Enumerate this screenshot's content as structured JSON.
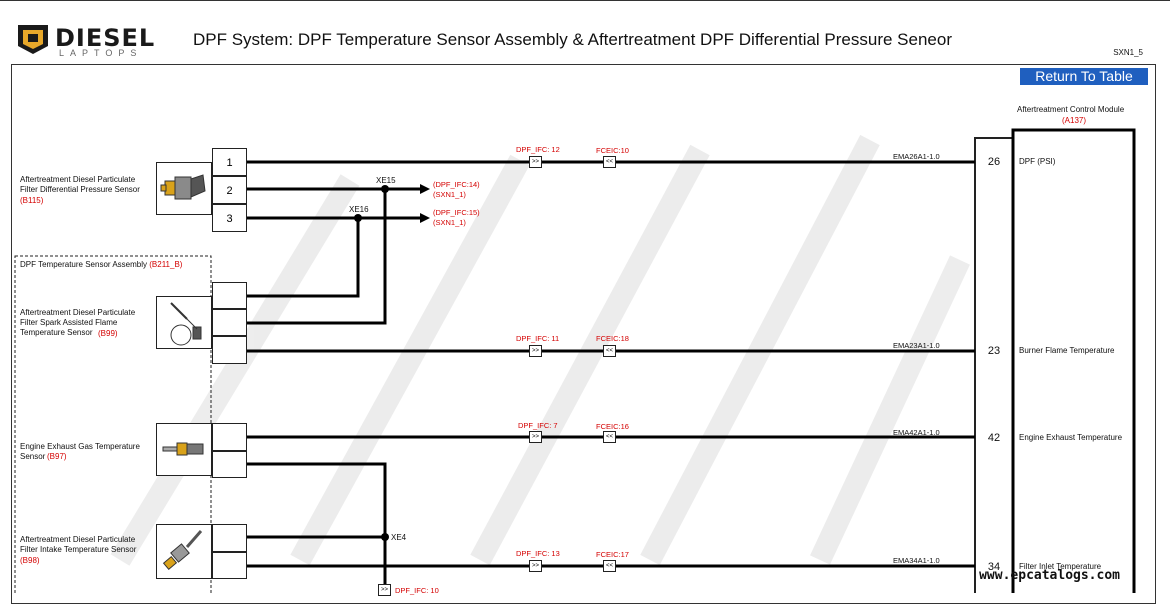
{
  "header": {
    "logo_word": "DIESEL",
    "logo_sub": "LAPTOPS",
    "title": "DPF System: DPF Temperature Sensor Assembly & Aftertreatment DPF Differential Pressure Seneor",
    "page_code": "SXN1_5",
    "return_button": "Return To Table"
  },
  "module": {
    "name": "Aftertreatment Control Module",
    "ref": "(A137)",
    "pins": [
      {
        "pin": "26",
        "label": "DPF (PSI)",
        "wire": "EMA26A1-1.0",
        "ifc": "DPF_IFC: 12",
        "fceic": "FCEIC:10"
      },
      {
        "pin": "23",
        "label": "Burner Flame Temperature",
        "wire": "EMA23A1-1.0",
        "ifc": "DPF_IFC: 11",
        "fceic": "FCEIC:18"
      },
      {
        "pin": "42",
        "label": "Engine Exhaust Temperature",
        "wire": "EMA42A1-1.0",
        "ifc": "DPF_IFC: 7",
        "fceic": "FCEIC:16"
      },
      {
        "pin": "34",
        "label": "Filter Inlet Temperature",
        "wire": "EMA34A1-1.0",
        "ifc": "DPF_IFC: 13",
        "fceic": "FCEIC:17"
      }
    ]
  },
  "assembly": {
    "name": "DPF Temperature Sensor Assembly",
    "ref": "(B211_B)"
  },
  "sensors": [
    {
      "name": "Aftertreatment Diesel Particulate Filter Differential Pressure Sensor",
      "ref": "(B115)",
      "pins": [
        "1",
        "2",
        "3"
      ]
    },
    {
      "name": "Aftertreatment Diesel Particulate Filter Spark Assisted Flame Temperature Sensor",
      "ref": "(B99)"
    },
    {
      "name": "Engine Exhaust Gas Temperature Sensor",
      "ref": "(B97)"
    },
    {
      "name": "Aftertreatment Diesel Particulate Filter Intake Temperature Sensor",
      "ref": "(B98)"
    }
  ],
  "splices": {
    "xe15": "XE15",
    "xe16": "XE16",
    "xe4": "XE4"
  },
  "offpage": [
    {
      "conn": "(DPF_IFC:14)",
      "page": "(SXN1_1)"
    },
    {
      "conn": "(DPF_IFC:15)",
      "page": "(SXN1_1)"
    }
  ],
  "bottom_conn": "DPF_IFC: 10",
  "marks": {
    "right": ">>",
    "left": "<<"
  },
  "watermark": "www.epcatalogs.com",
  "colors": {
    "accent": "#1f5fbf",
    "ref_red": "#d40000",
    "wire": "#000000"
  }
}
